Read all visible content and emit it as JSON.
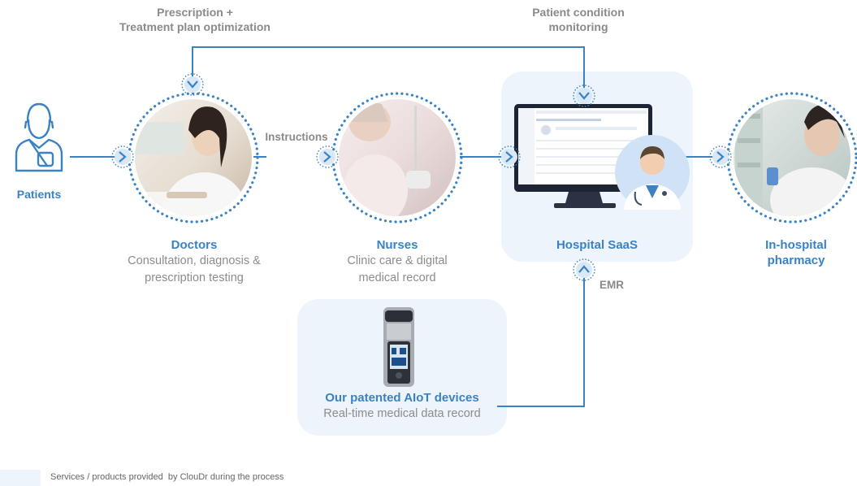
{
  "top_labels": {
    "prescription_line1": "Prescription +",
    "prescription_line2": "Treatment plan optimization",
    "monitoring_line1": "Patient condition",
    "monitoring_line2": "monitoring"
  },
  "patients": {
    "label": "Patients"
  },
  "instructions": {
    "label": "Instructions"
  },
  "doctors": {
    "title": "Doctors",
    "sub_line1": "Consultation, diagnosis &",
    "sub_line2": "prescription testing"
  },
  "nurses": {
    "title": "Nurses",
    "sub_line1": "Clinic care & digital",
    "sub_line2": "medical record"
  },
  "saas": {
    "title": "Hospital SaaS"
  },
  "emr": {
    "label": "EMR"
  },
  "pharmacy": {
    "title_line1": "In-hospital",
    "title_line2": "pharmacy"
  },
  "devices": {
    "title": "Our patented AIoT devices",
    "sub": "Real-time medical data record"
  },
  "legend": {
    "text": "Services / products provided  by ClouDr during the process"
  },
  "colors": {
    "accent": "#3b82c4",
    "panel": "#eef4fb",
    "gray_text": "#8a8a8a"
  }
}
